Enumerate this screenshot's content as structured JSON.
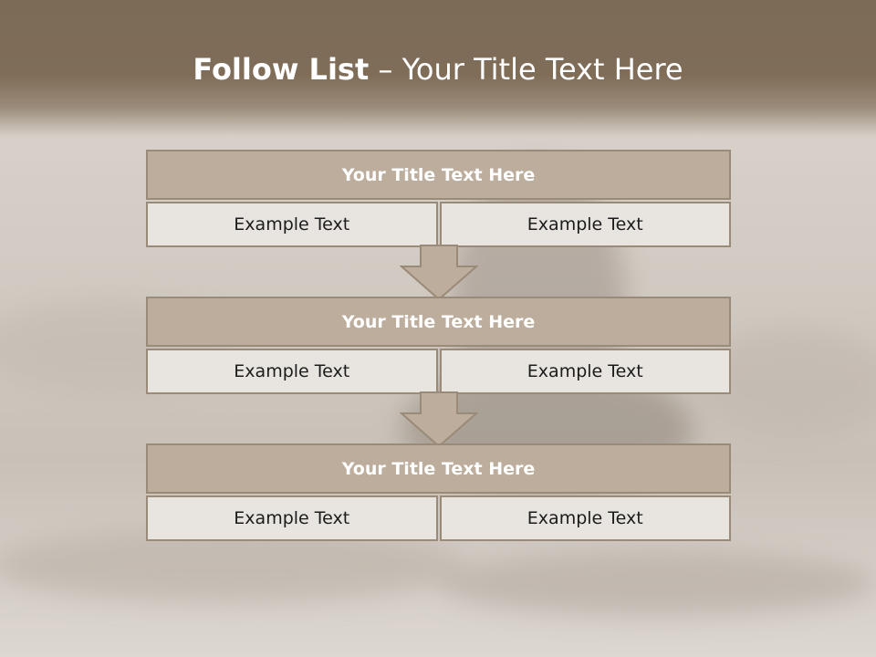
{
  "title": {
    "bold": "Follow List",
    "rest": "– Your Title Text Here"
  },
  "blocks": [
    {
      "heading": "Your Title Text Here",
      "left": "Example Text",
      "right": "Example Text"
    },
    {
      "heading": "Your Title Text Here",
      "left": "Example Text",
      "right": "Example Text"
    },
    {
      "heading": "Your Title Text Here",
      "left": "Example Text",
      "right": "Example Text"
    }
  ],
  "colors": {
    "header_band": "#7f6d58",
    "box_heading": "#bcad9c",
    "box_cell": "#e8e4e0",
    "border": "#9a8a78"
  }
}
